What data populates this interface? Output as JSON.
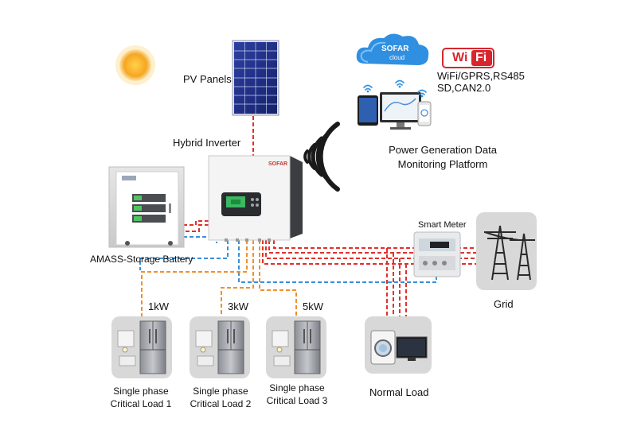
{
  "labels": {
    "pv_panels": "PV Panels",
    "hybrid_inverter": "Hybrid Inverter",
    "inverter_brand": "SOFAR",
    "battery": "AMASS-Storage Battery",
    "smart_meter": "Smart Meter",
    "grid": "Grid",
    "normal_load": "Normal Load",
    "cloud_brand": "SOFAR",
    "cloud_sub": "cloud",
    "wifi_left": "Wi",
    "wifi_right": "Fi",
    "comms_line1": "WiFi/GPRS,RS485",
    "comms_line2": "SD,CAN2.0",
    "monitoring": "Power Generation Data\nMonitoring Platform",
    "loads": [
      {
        "power": "1kW",
        "caption": "Single phase\nCritical Load 1"
      },
      {
        "power": "3kW",
        "caption": "Single phase\nCritical Load 2"
      },
      {
        "power": "5kW",
        "caption": "Single phase\nCritical Load 3"
      }
    ]
  },
  "colors": {
    "ac_line": "#e0312b",
    "dc_line": "#f0902a",
    "comm_line": "#3a8fd8",
    "sun": "#f6a623",
    "wifi_red": "#d7262d",
    "cloud_blue": "#2f8fe0",
    "panel_box": "#d8d8d8"
  }
}
